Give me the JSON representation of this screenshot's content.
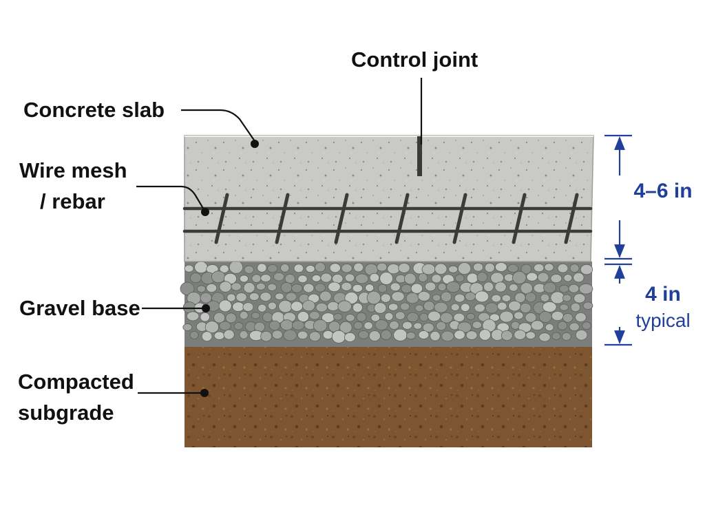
{
  "labels": {
    "control_joint": "Control joint",
    "concrete_slab": "Concrete slab",
    "wire_mesh_line1": "Wire mesh",
    "wire_mesh_line2": "/ rebar",
    "gravel_base": "Gravel base",
    "subgrade_line1": "Compacted",
    "subgrade_line2": "subgrade"
  },
  "dimensions": {
    "slab_thickness": "4–6 in",
    "gravel_thickness_line1": "4 in",
    "gravel_thickness_line2": "typical"
  },
  "colors": {
    "dimension": "#1f3f9a",
    "concrete": "#c9c9c6",
    "gravel": "#9a9c9a",
    "soil": "#7d5530",
    "leader": "#111111"
  }
}
